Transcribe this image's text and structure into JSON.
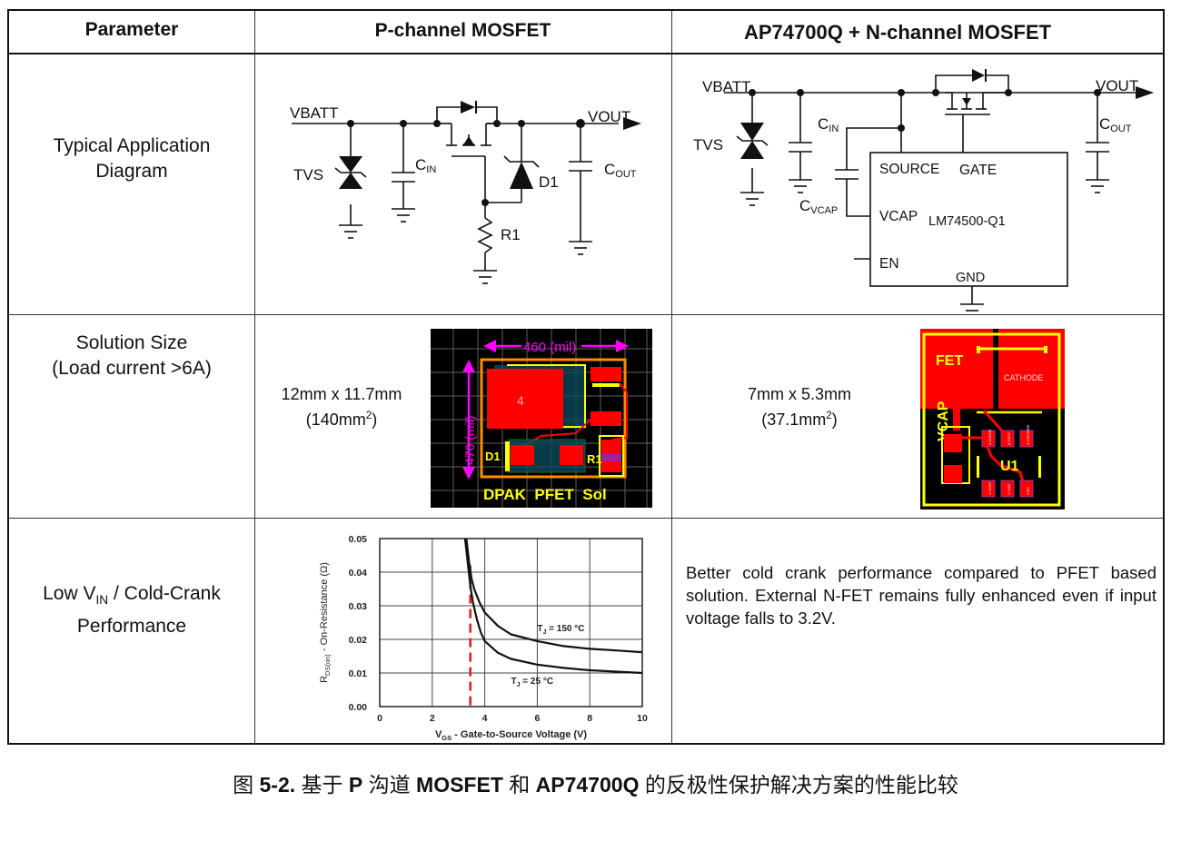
{
  "table": {
    "headers": {
      "parameter": "Parameter",
      "pchannel": "P-channel MOSFET",
      "nchannel_part": "AP74700Q",
      "nchannel_rest": "+ N-channel MOSFET"
    },
    "rows": [
      {
        "parameter_lines": [
          "Typical Application",
          "Diagram"
        ]
      },
      {
        "parameter_lines": [
          "Solution Size",
          "(Load current >6A)"
        ],
        "pchannel_size": "12mm x 11.7mm",
        "pchannel_area_prefix": "(140mm",
        "nchannel_size": "7mm x 5.3mm",
        "nchannel_area_prefix": "(37.1mm",
        "sup": "2",
        "close": ")"
      },
      {
        "parameter_prefix": "Low V",
        "parameter_sub": "IN",
        "parameter_suffix": " / Cold-Crank",
        "parameter_line2": "Performance",
        "nchannel_description": "Better cold crank performance compared to PFET based solution. External N-FET remains fully enhanced even if input voltage falls to 3.2V."
      }
    ]
  },
  "pfet_schematic": {
    "vbatt": "VBATT",
    "vout": "VOUT",
    "tvs": "TVS",
    "cin": "C",
    "cin_sub": "IN",
    "cout": "C",
    "cout_sub": "OUT",
    "d1": "D1",
    "r1": "R1"
  },
  "nfet_schematic": {
    "vbatt": "VBATT",
    "vout": "VOUT",
    "tvs": "TVS",
    "cin": "C",
    "cin_sub": "IN",
    "cout": "C",
    "cout_sub": "OUT",
    "cvcap": "C",
    "cvcap_sub": "VCAP",
    "ic_name": "LM74500-Q1",
    "pins": {
      "source": "SOURCE",
      "gate": "GATE",
      "vcap": "VCAP",
      "en": "EN",
      "gnd": "GND"
    }
  },
  "pfet_layout": {
    "width_dim": "460 (mil)",
    "height_dim": "470 (mil)",
    "pad_label": "4",
    "d1": "D1",
    "r1": "R1",
    "title": "DPAK  PFET  Sol"
  },
  "nfet_layout": {
    "fet": "FET",
    "cathode": "CATHODE",
    "vcap": "VCAP",
    "u1": "U1",
    "pins_top": [
      "6.ANODE",
      "5.GATE",
      "4.CATHODE"
    ],
    "pins_bottom": [
      "1.VCAP",
      "2.GND",
      "3.EN"
    ]
  },
  "chart_data": {
    "type": "line",
    "title": "",
    "xlabel": "VGS - Gate-to-Source Voltage (V)",
    "xlabel_main": "V",
    "xlabel_sub": "GS",
    "xlabel_rest": " - Gate-to-Source Voltage (V)",
    "ylabel": "RDS(on) - On-Resistance (Ω)",
    "ylabel_main": "R",
    "ylabel_sub": "DS(on)",
    "ylabel_rest": " - On-Resistance (Ω)",
    "xlim": [
      0,
      10
    ],
    "ylim": [
      0,
      0.05
    ],
    "xticks": [
      "0",
      "2",
      "4",
      "6",
      "8",
      "10"
    ],
    "yticks": [
      "0.00",
      "0.01",
      "0.02",
      "0.03",
      "0.04",
      "0.05"
    ],
    "grid": true,
    "series": [
      {
        "name": "TJ = 150 °C",
        "label_main": "T",
        "label_sub": "J",
        "label_rest": " = 150 °C",
        "x": [
          3.3,
          3.4,
          3.5,
          3.6,
          3.8,
          4.0,
          4.5,
          5.0,
          6.0,
          7.0,
          8.0,
          9.0,
          10.0
        ],
        "y": [
          0.05,
          0.043,
          0.038,
          0.035,
          0.031,
          0.028,
          0.024,
          0.0215,
          0.0195,
          0.018,
          0.0172,
          0.0167,
          0.0162
        ]
      },
      {
        "name": "TJ = 25 °C",
        "label_main": "T",
        "label_sub": "J",
        "label_rest": " = 25 °C",
        "x": [
          3.25,
          3.35,
          3.45,
          3.55,
          3.7,
          3.85,
          4.0,
          4.5,
          5.0,
          6.0,
          7.0,
          8.0,
          9.0,
          10.0
        ],
        "y": [
          0.05,
          0.043,
          0.036,
          0.031,
          0.026,
          0.022,
          0.0195,
          0.016,
          0.0142,
          0.0125,
          0.0115,
          0.0108,
          0.0104,
          0.01
        ]
      }
    ],
    "marker_line": {
      "x": 3.45,
      "style": "dashed",
      "color": "#e8141c"
    }
  },
  "caption": {
    "prefix": "图 ",
    "number": "5-2.",
    "t1": " 基于 ",
    "b1": "P",
    "t2": " 沟道 ",
    "b2": "MOSFET",
    "t3": " 和 ",
    "b3": "AP74700Q",
    "t4": " 的反极性保护解决方案的性能比较"
  },
  "colors": {
    "pcb_red": "#ff0000",
    "pcb_yellow": "#ffff00",
    "pcb_magenta": "#ff00ff",
    "pcb_orange": "#ff8000",
    "pcb_bg": "#000000"
  }
}
